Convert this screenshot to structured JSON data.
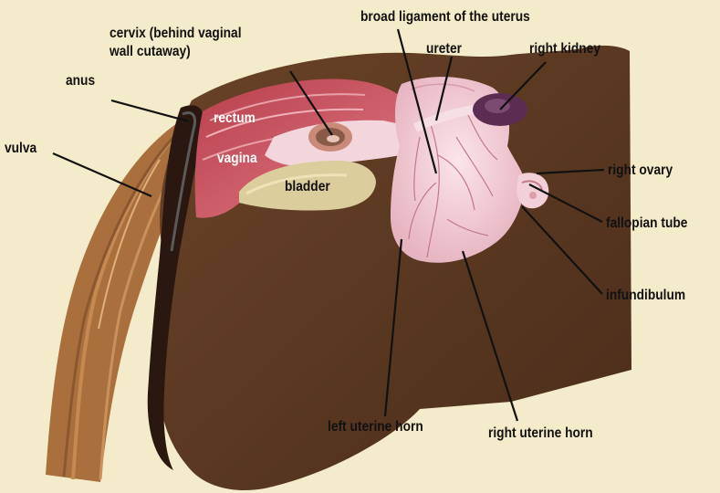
{
  "labels": {
    "broad_ligament": "broad ligament of the uterus",
    "cervix_line1": "cervix (behind vaginal",
    "cervix_line2": "wall cutaway)",
    "ureter": "ureter",
    "right_kidney": "right kidney",
    "anus": "anus",
    "rectum": "rectum",
    "vulva": "vulva",
    "vagina": "vagina",
    "right_ovary": "right ovary",
    "bladder": "bladder",
    "fallopian_tube": "fallopian tube",
    "infundibulum": "infundibulum",
    "left_uterine_horn": "left uterine horn",
    "right_uterine_horn": "right uterine horn"
  },
  "colors": {
    "background": "#f3ebc9",
    "hide": "#5b3a22",
    "tail": "#a9703d",
    "muscle": "#c9505c",
    "uterus": "#f0cbd3",
    "bladder": "#dccd9c",
    "kidney": "#5c2d52",
    "leader_line": "#111111"
  }
}
